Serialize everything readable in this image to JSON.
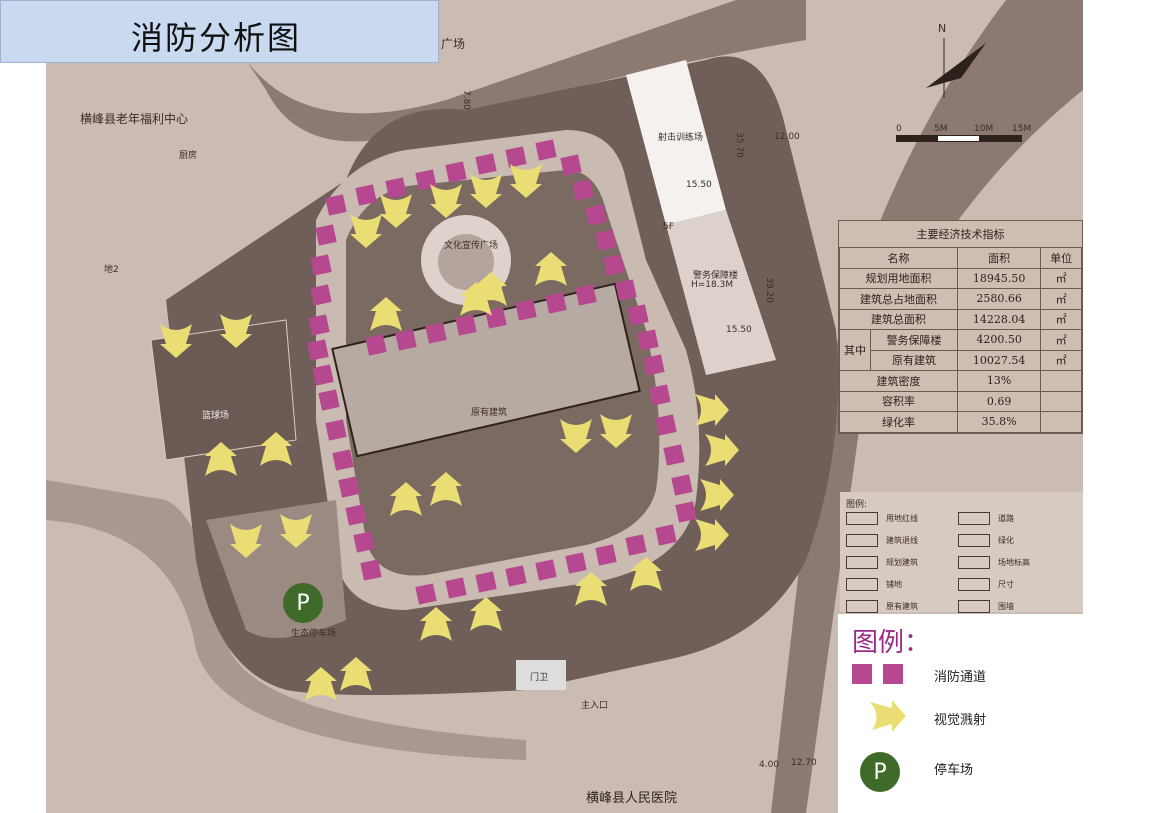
{
  "title": "消防分析图",
  "colors": {
    "fire_lane": "#b5488e",
    "sight_arrow": "#e9dd73",
    "parking": "#3f6a2a",
    "title_bg": "#c9d9ef"
  },
  "map_labels": {
    "elderly_center": "横峰县老年福利中心",
    "hospital": "横峰县人民医院",
    "kitchen": "厨房",
    "lot": "地2",
    "plaza_top": "广场",
    "shooting_range": "射击训练场",
    "culture_plaza": "文化宣传广场",
    "police_building": "警务保障楼",
    "police_height": "H=18.3M",
    "floors": "5F",
    "existing_building": "原有建筑",
    "basketball": "篮球场",
    "eco_parking": "生态停车场",
    "guard": "门卫",
    "main_entrance": "主入口",
    "dims": [
      "7.80",
      "35.70",
      "15.50",
      "39.20",
      "15.50",
      "12.00",
      "12.70",
      "4.00"
    ]
  },
  "north": {
    "label": "N",
    "scale": [
      "0",
      "5M",
      "10M",
      "15M"
    ]
  },
  "econ_table": {
    "title": "主要经济技术指标",
    "headers": [
      "名称",
      "面积",
      "单位"
    ],
    "group_label": "其中",
    "rows": [
      {
        "name": "规划用地面积",
        "value": "18945.50",
        "unit": "㎡"
      },
      {
        "name": "建筑总占地面积",
        "value": "2580.66",
        "unit": "㎡"
      },
      {
        "name": "建筑总面积",
        "value": "14228.04",
        "unit": "㎡"
      },
      {
        "name": "警务保障楼",
        "value": "4200.50",
        "unit": "㎡"
      },
      {
        "name": "原有建筑",
        "value": "10027.54",
        "unit": "㎡"
      },
      {
        "name": "建筑密度",
        "value": "13%",
        "unit": ""
      },
      {
        "name": "容积率",
        "value": "0.69",
        "unit": ""
      },
      {
        "name": "绿化率",
        "value": "35.8%",
        "unit": ""
      }
    ]
  },
  "small_legend": {
    "title": "图例:",
    "items": [
      "用地红线",
      "建筑退线",
      "规划建筑",
      "铺地",
      "原有建筑",
      "道路",
      "绿化",
      "场地标高",
      "尺寸",
      "围墙"
    ]
  },
  "legend": {
    "title": "图例：",
    "fire_lane": "消防通道",
    "sight": "视觉溅射",
    "parking": "停车场",
    "parking_symbol": "P"
  }
}
